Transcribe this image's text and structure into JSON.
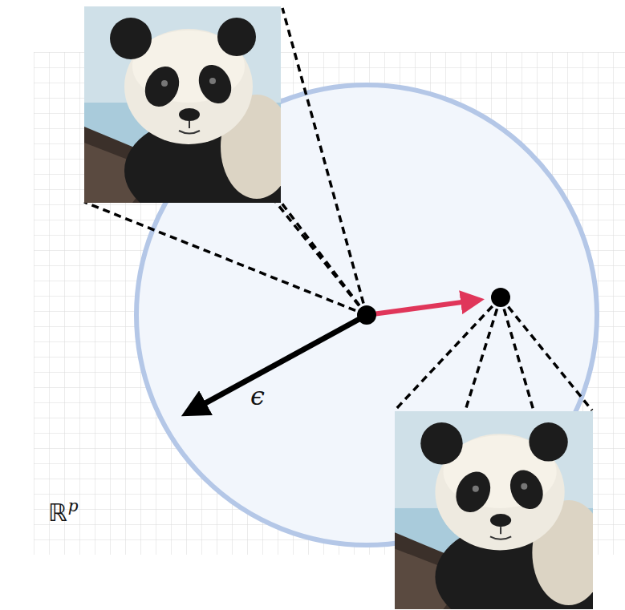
{
  "diagram": {
    "labels": [
      "ϵ",
      "ℝ",
      "p"
    ]
  }
}
